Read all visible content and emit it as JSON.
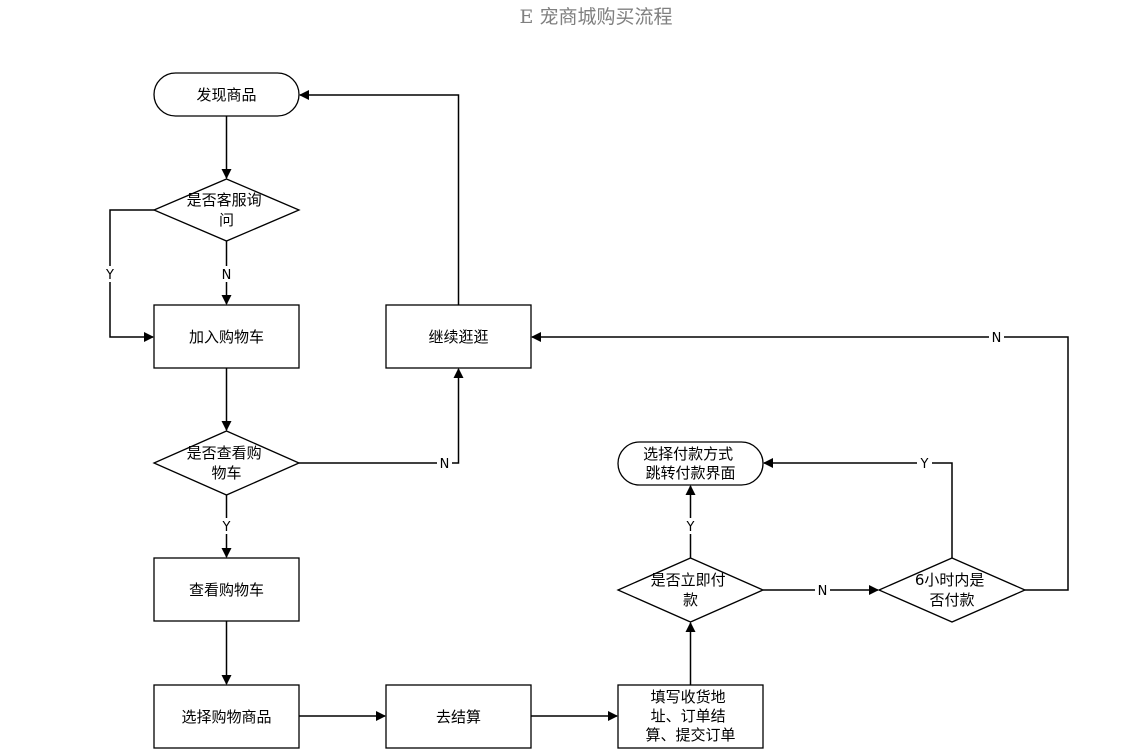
{
  "title": "E 宠商城购买流程",
  "nodes": {
    "discover": [
      "发现商品"
    ],
    "ask_service": [
      "是否客服询",
      "问"
    ],
    "add_cart": [
      "加入购物车"
    ],
    "continue_shopping": [
      "继续逛逛"
    ],
    "check_cart": [
      "是否查看购",
      "物车"
    ],
    "view_cart": [
      "查看购物车"
    ],
    "select_goods": [
      "选择购物商品"
    ],
    "checkout": [
      "去结算"
    ],
    "fill_order": [
      "填写收货地",
      "址、订单结",
      "算、提交订单"
    ],
    "pay_now": [
      "是否立即付",
      "款"
    ],
    "pay_6h": [
      "6小时内是",
      "否付款"
    ],
    "choose_payment": [
      "选择付款方式",
      "跳转付款界面"
    ]
  },
  "edge_labels": {
    "ask_y": "Y",
    "ask_n": "N",
    "check_n": "N",
    "check_y": "Y",
    "pay_now_y": "Y",
    "pay_now_n": "N",
    "pay_6h_y": "Y",
    "pay_6h_n": "N"
  }
}
